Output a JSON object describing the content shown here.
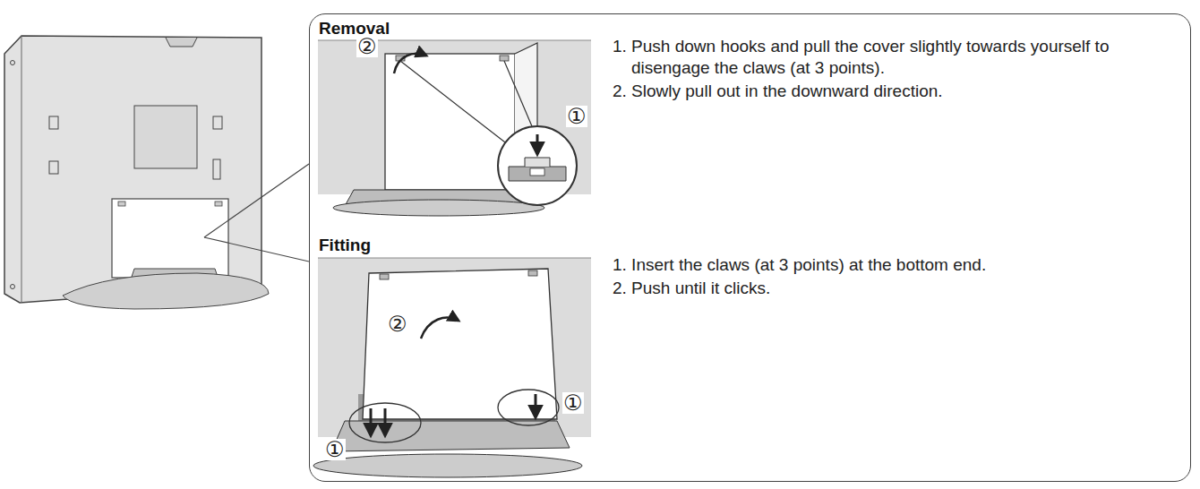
{
  "diagram": {
    "nodes": [
      {
        "text": [
          "Removal",
          "1. Push down hooks and pull the cover slightly towards yourself to disengage the claws (at 3 points).",
          "2. Slowly pull out in the downward direction.",
          "Fitting",
          "1. Insert the claws (at 3 points) at the bottom end.",
          "2. Push until it clicks."
        ]
      }
    ],
    "labels": [
      "②",
      "①",
      "②",
      "①",
      "①"
    ]
  }
}
